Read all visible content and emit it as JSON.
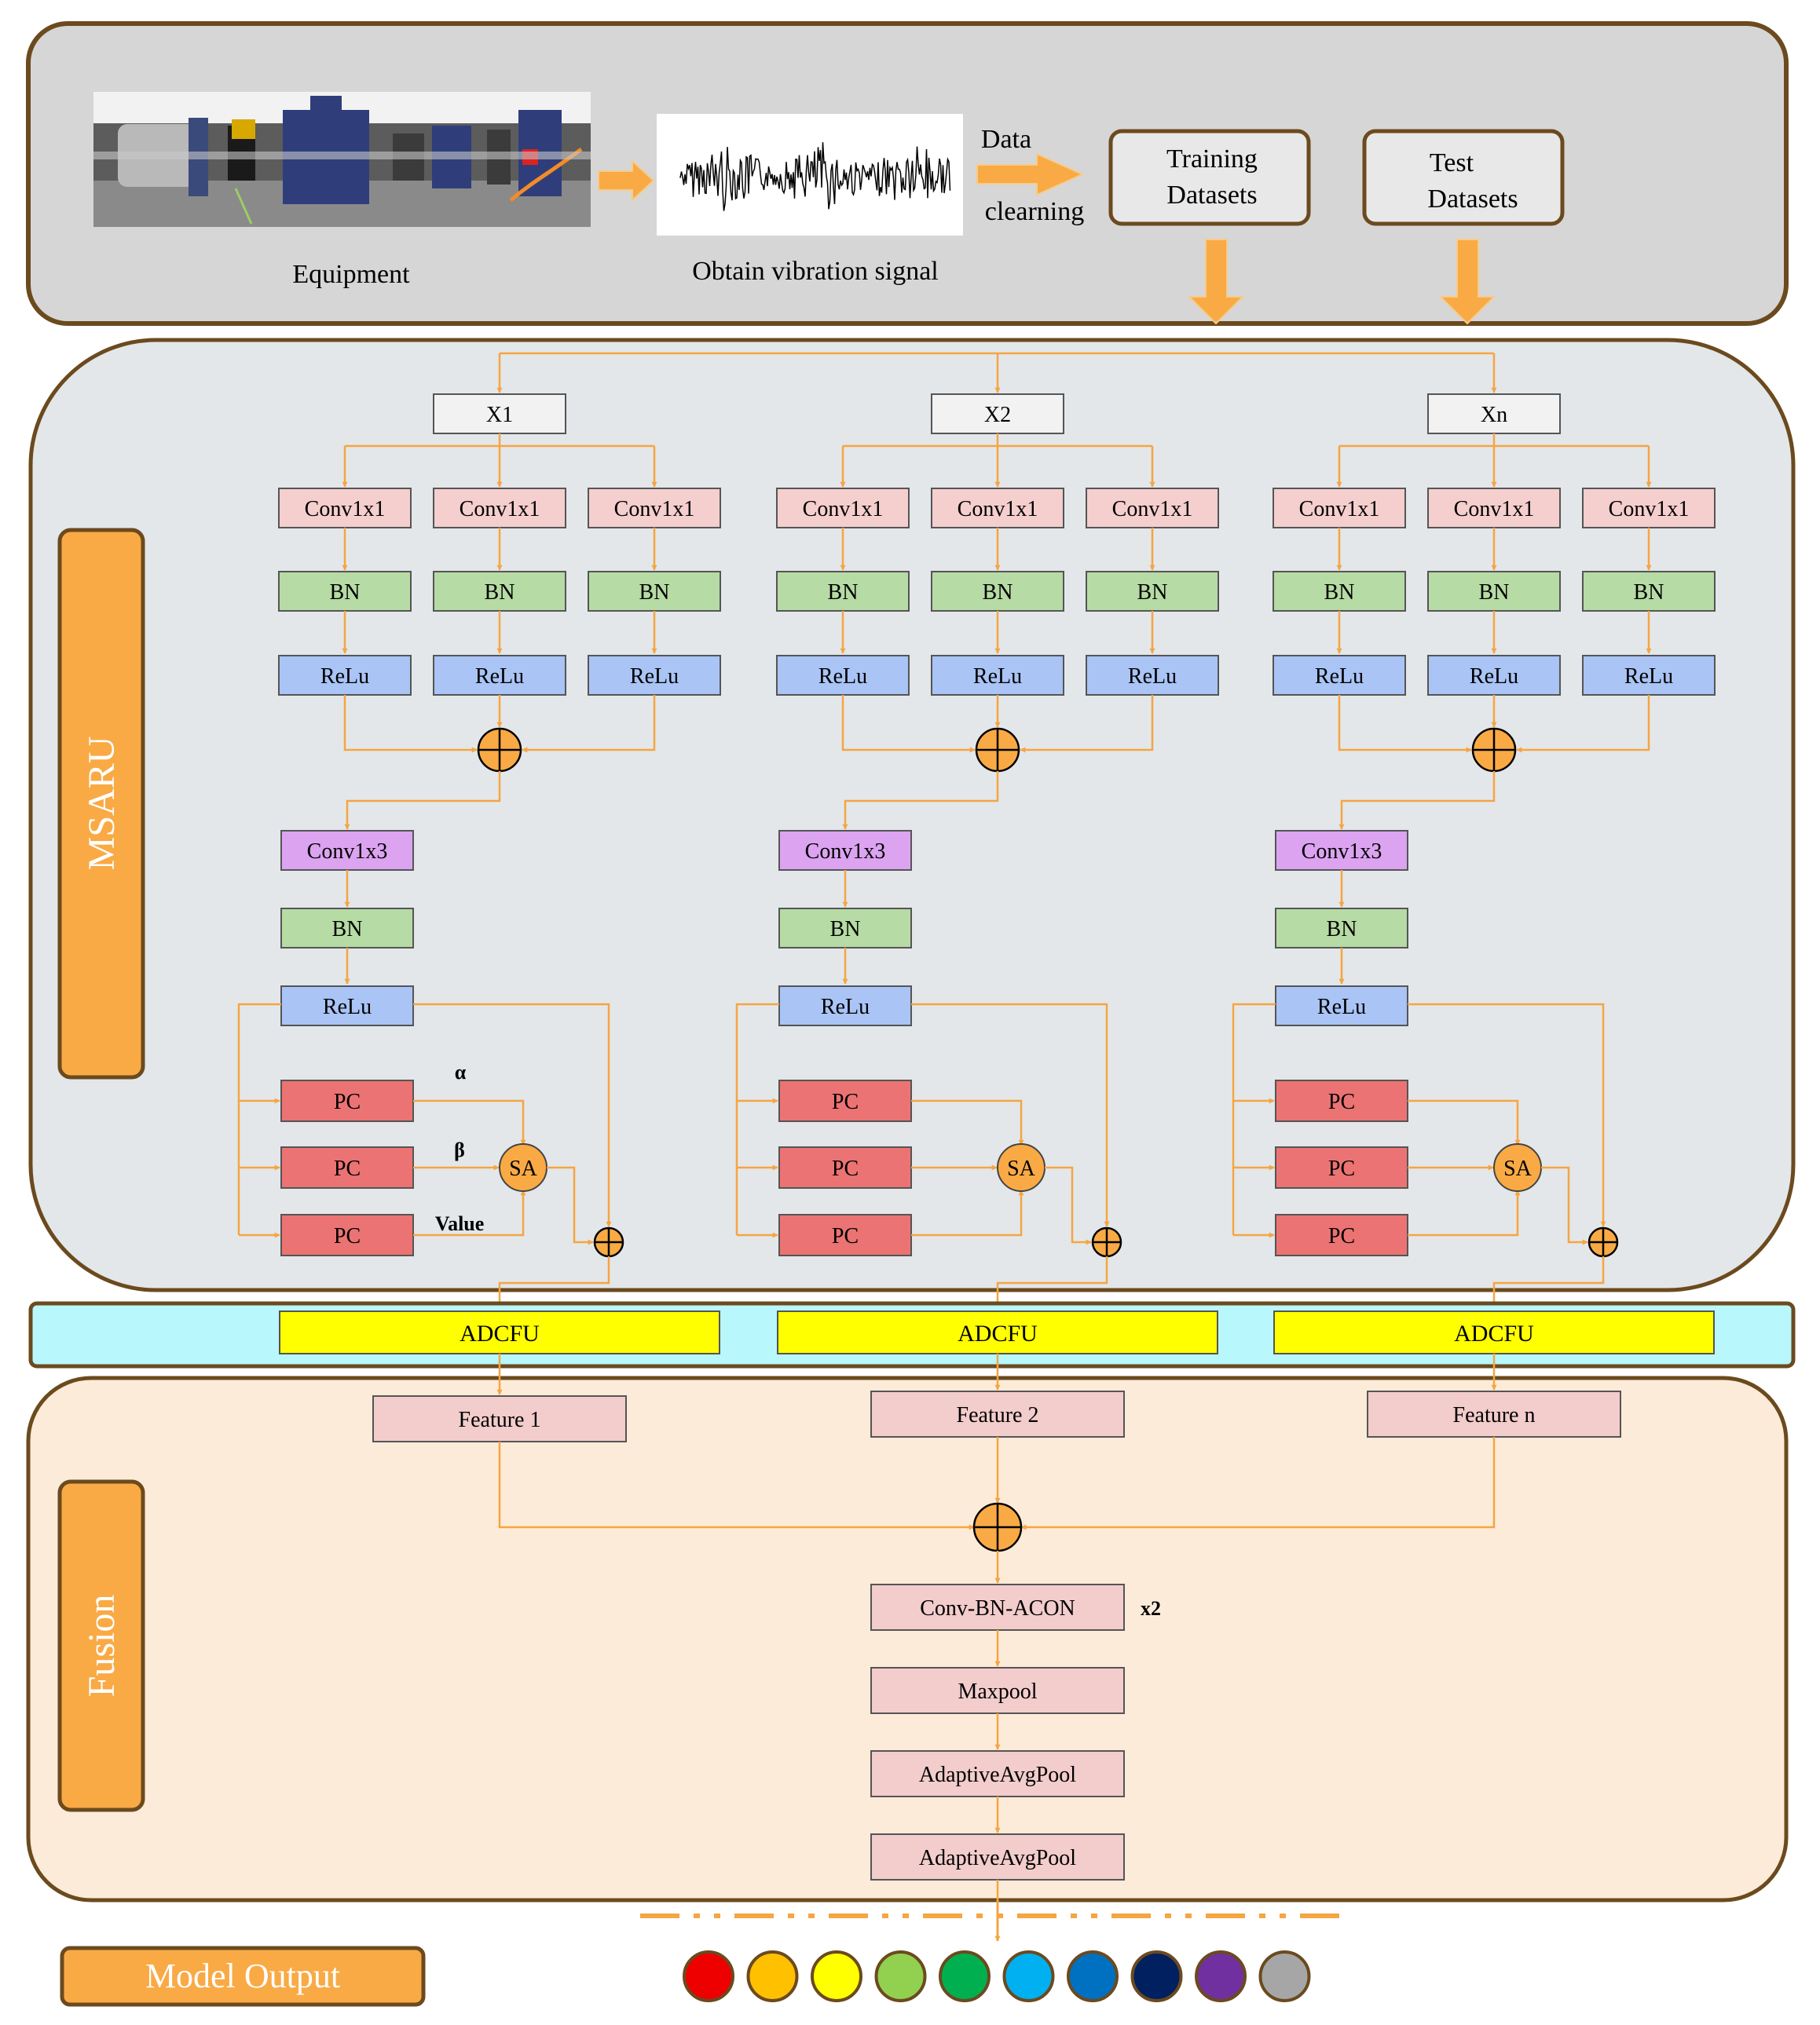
{
  "top": {
    "equipment_label": "Equipment",
    "signal_label": "Obtain vibration signal",
    "data_cleaning_line1": "Data",
    "data_cleaning_line2": "clearning",
    "training_line1": "Training",
    "training_line2": "Datasets",
    "test_line1": "Test",
    "test_line2": "Datasets"
  },
  "side_labels": {
    "msaru": "MSARU",
    "fusion": "Fusion",
    "model_output": "Model Output"
  },
  "branches": [
    {
      "input": "X1",
      "adcfu": "ADCFU",
      "feature": "Feature 1"
    },
    {
      "input": "X2",
      "adcfu": "ADCFU",
      "feature": "Feature 2"
    },
    {
      "input": "Xn",
      "adcfu": "ADCFU",
      "feature": "Feature n"
    }
  ],
  "blocks": {
    "conv1x1": "Conv1x1",
    "bn": "BN",
    "relu": "ReLu",
    "conv1x3": "Conv1x3",
    "pc": "PC",
    "sa": "SA"
  },
  "attention_labels": {
    "alpha": "α",
    "beta": "β",
    "value": "Value"
  },
  "fusion": {
    "conv_bn_acon": "Conv-BN-ACON",
    "repeat": "x2",
    "maxpool": "Maxpool",
    "avgpool1": "AdaptiveAvgPool",
    "avgpool2": "AdaptiveAvgPool"
  },
  "output_classes": [
    {
      "color": "#ee0000"
    },
    {
      "color": "#ffc000"
    },
    {
      "color": "#ffff00"
    },
    {
      "color": "#92d050"
    },
    {
      "color": "#00b050"
    },
    {
      "color": "#00b0f0"
    },
    {
      "color": "#0070c0"
    },
    {
      "color": "#002060"
    },
    {
      "color": "#7030a0"
    },
    {
      "color": "#a6a6a6"
    }
  ],
  "colors": {
    "arrow": "#f5a542",
    "panel_border": "#6b4a1e",
    "conv1x1": "#f5cece",
    "bn": "#b6dba4",
    "relu": "#a9c4f5",
    "conv1x3": "#dca3f0",
    "pc": "#ec7373",
    "sa": "#f9aa45",
    "adcfu": "#ffff00",
    "adcfu_band": "#b8f7fb",
    "feature": "#f3cccc"
  }
}
